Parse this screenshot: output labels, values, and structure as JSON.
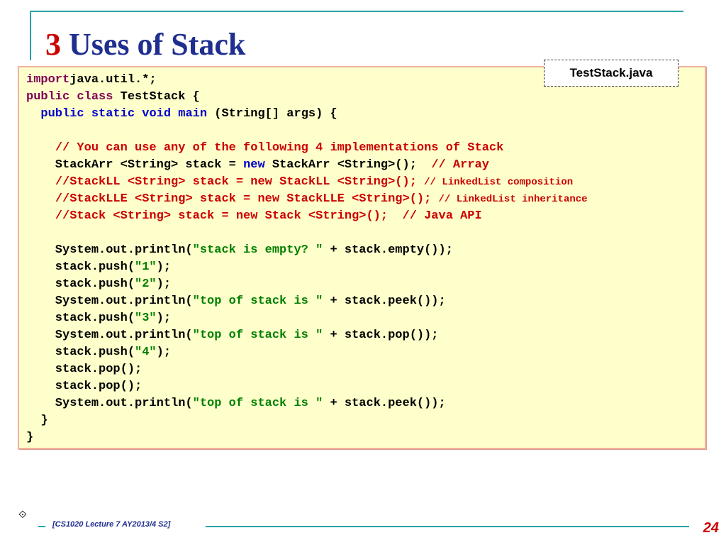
{
  "slide": {
    "title_number": "3",
    "title_text": "Uses of Stack",
    "file_label": "TestStack.java",
    "footer_bullet": "⟐",
    "footer_text": "[CS1020 Lecture 7 AY2013/4 S2]",
    "page_number": "24"
  },
  "code": [
    [
      [
        "kw",
        "import"
      ],
      [
        "",
        "java.util.*;"
      ]
    ],
    [
      [
        "kw",
        "public"
      ],
      [
        "",
        " "
      ],
      [
        "kw",
        "class"
      ],
      [
        "",
        " TestStack {"
      ]
    ],
    [
      [
        "",
        "  "
      ],
      [
        "kw2",
        "public"
      ],
      [
        "",
        " "
      ],
      [
        "kw2",
        "static"
      ],
      [
        "",
        " "
      ],
      [
        "kw2",
        "void"
      ],
      [
        "",
        " "
      ],
      [
        "kw2",
        "main"
      ],
      [
        "",
        " (String[] args) {"
      ]
    ],
    [],
    [
      [
        "",
        "    "
      ],
      [
        "cm",
        "// You can use any of the following 4 implementations of Stack"
      ]
    ],
    [
      [
        "",
        "    StackArr <String> stack = "
      ],
      [
        "kw2",
        "new"
      ],
      [
        "",
        " StackArr <String>();  "
      ],
      [
        "cm",
        "// Array"
      ]
    ],
    [
      [
        "",
        "    "
      ],
      [
        "cm",
        "//StackLL <String> stack = new StackLL <String>(); "
      ],
      [
        "cm-small",
        "// LinkedList composition"
      ]
    ],
    [
      [
        "",
        "    "
      ],
      [
        "cm",
        "//StackLLE <String> stack = new StackLLE <String>(); "
      ],
      [
        "cm-small",
        "// LinkedList inheritance"
      ]
    ],
    [
      [
        "",
        "    "
      ],
      [
        "cm",
        "//Stack <String> stack = new Stack <String>();  // Java API"
      ]
    ],
    [],
    [
      [
        "",
        "    System.out.println("
      ],
      [
        "str",
        "\"stack is empty? \""
      ],
      [
        "",
        " + stack.empty());"
      ]
    ],
    [
      [
        "",
        "    stack.push("
      ],
      [
        "str",
        "\"1\""
      ],
      [
        "",
        ");"
      ]
    ],
    [
      [
        "",
        "    stack.push("
      ],
      [
        "str",
        "\"2\""
      ],
      [
        "",
        ");"
      ]
    ],
    [
      [
        "",
        "    System.out.println("
      ],
      [
        "str",
        "\"top of stack is \""
      ],
      [
        "",
        " + stack.peek());"
      ]
    ],
    [
      [
        "",
        "    stack.push("
      ],
      [
        "str",
        "\"3\""
      ],
      [
        "",
        ");"
      ]
    ],
    [
      [
        "",
        "    System.out.println("
      ],
      [
        "str",
        "\"top of stack is \""
      ],
      [
        "",
        " + stack.pop());"
      ]
    ],
    [
      [
        "",
        "    stack.push("
      ],
      [
        "str",
        "\"4\""
      ],
      [
        "",
        ");"
      ]
    ],
    [
      [
        "",
        "    stack.pop();"
      ]
    ],
    [
      [
        "",
        "    stack.pop();"
      ]
    ],
    [
      [
        "",
        "    System.out.println("
      ],
      [
        "str",
        "\"top of stack is \""
      ],
      [
        "",
        " + stack.peek());"
      ]
    ],
    [
      [
        "",
        "  }"
      ]
    ],
    [
      [
        "",
        "}"
      ]
    ]
  ]
}
